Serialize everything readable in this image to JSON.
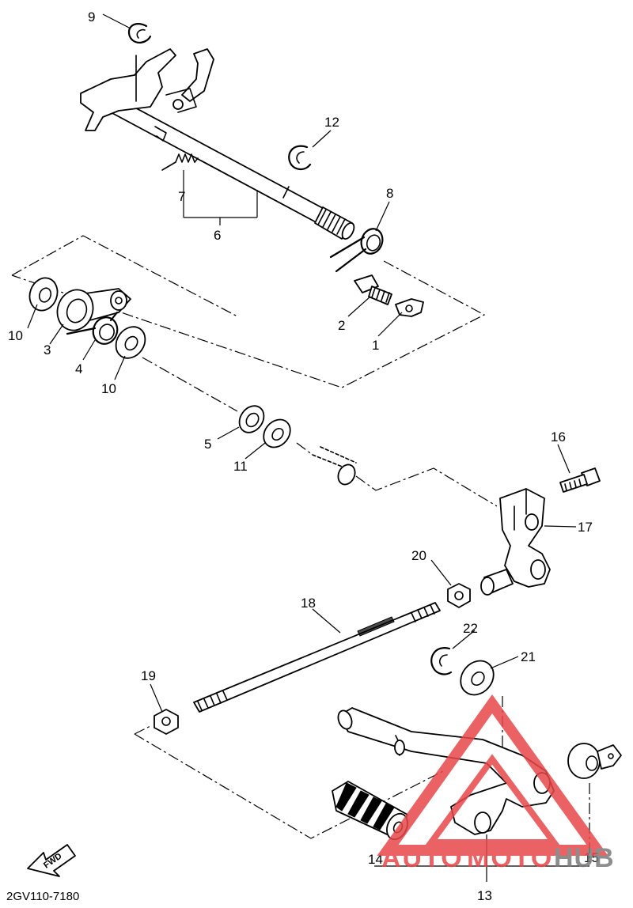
{
  "diagram": {
    "code": "2GV110-7180",
    "fwd_label": "FWD",
    "part_numbers": {
      "p1": "1",
      "p2": "2",
      "p3": "3",
      "p4": "4",
      "p5": "5",
      "p6": "6",
      "p7": "7",
      "p8": "8",
      "p9": "9",
      "p10a": "10",
      "p10b": "10",
      "p11": "11",
      "p12": "12",
      "p13": "13",
      "p14": "14",
      "p15": "15",
      "p16": "16",
      "p17": "17",
      "p18": "18",
      "p19": "19",
      "p20": "20",
      "p21": "21",
      "p22": "22"
    }
  },
  "watermark": {
    "text_auto": "AUTO",
    "text_moto": "MOTO",
    "text_hub": "HUB",
    "color_red": "#e8474a",
    "color_gray": "#7a7a7a"
  }
}
